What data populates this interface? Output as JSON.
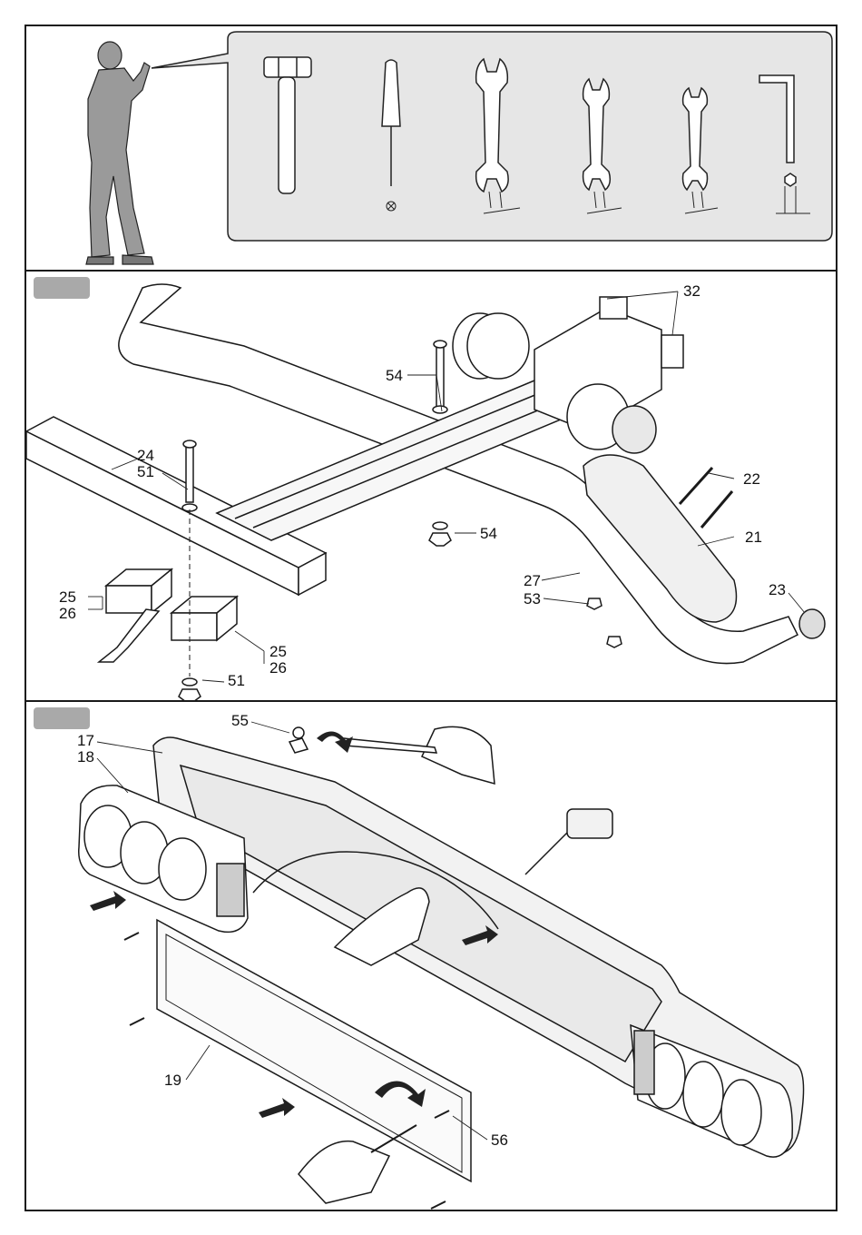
{
  "tools_panel": {
    "tools": [
      "hammer-icon",
      "screwdriver-icon",
      "open-end-wrench-icon",
      "open-end-wrench-icon",
      "open-end-wrench-icon",
      "hex-key-icon"
    ],
    "bubble_color": "#e6e6e6"
  },
  "mount_panel": {
    "callouts": {
      "c32": "32",
      "c54a": "54",
      "c54b": "54",
      "c22": "22",
      "c24": "24",
      "c51a": "51",
      "c21": "21",
      "c23": "23",
      "c27": "27",
      "c53": "53",
      "c25a": "25",
      "c26a": "26",
      "c25b": "25",
      "c26b": "26",
      "c51b": "51"
    }
  },
  "lights_panel": {
    "callouts": {
      "c55": "55",
      "c17": "17",
      "c18": "18",
      "c19": "19",
      "c56": "56"
    }
  },
  "colors": {
    "tab_gray": "#a9a9a9",
    "line": "#1a1a1a",
    "fill_light": "#f2f2f2",
    "figure_gray": "#8c8c8c"
  }
}
